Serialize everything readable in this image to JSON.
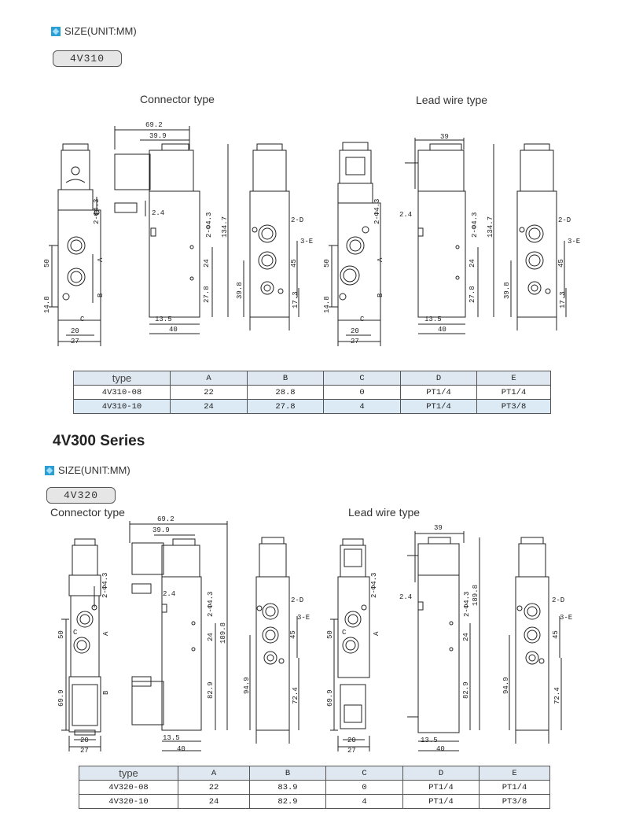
{
  "section1": {
    "size_label": "SIZE(UNIT:MM)",
    "model": "4V310",
    "connector_caption": "Connector type",
    "leadwire_caption": "Lead wire type",
    "dims": {
      "d69_2": "69.2",
      "d39_9": "39.9",
      "d134_7": "134.7",
      "d2phi": "2-Φ4.3",
      "d2_4": "2.4",
      "d24": "24",
      "d27_8": "27.8",
      "d13_5": "13.5",
      "d40": "40",
      "d50": "50",
      "d14_8": "14.8",
      "dA": "A",
      "dB": "B",
      "dC": "C",
      "d20": "20",
      "d27": "27",
      "d2D": "2-D",
      "d3E": "3-E",
      "d45": "45",
      "d39_8": "39.8",
      "d17_3": "17.3",
      "d39": "39"
    },
    "table": {
      "headers": [
        "type",
        "A",
        "B",
        "C",
        "D",
        "E"
      ],
      "rows": [
        [
          "4V310-08",
          "22",
          "28.8",
          "0",
          "PT1/4",
          "PT1/4"
        ],
        [
          "4V310-10",
          "24",
          "27.8",
          "4",
          "PT1/4",
          "PT3/8"
        ]
      ]
    }
  },
  "series_title": "4V300 Series",
  "section2": {
    "size_label": "SIZE(UNIT:MM)",
    "model": "4V320",
    "connector_caption": "Connector type",
    "leadwire_caption": "Lead wire type",
    "dims": {
      "d69_2": "69.2",
      "d39_9": "39.9",
      "d2phi": "2-Φ4.3",
      "d2_4": "2.4",
      "d189_8": "189.8",
      "d24": "24",
      "d82_9": "82.9",
      "d13_5": "13.5",
      "d40": "40",
      "d50": "50",
      "d69_9": "69.9",
      "dA": "A",
      "dB": "B",
      "dC": "C",
      "d20": "20",
      "d27": "27",
      "d2D": "2-D",
      "d3E": "3-E",
      "d45": "45",
      "d94_9": "94.9",
      "d72_4": "72.4",
      "d39": "39"
    },
    "table": {
      "headers": [
        "type",
        "A",
        "B",
        "C",
        "D",
        "E"
      ],
      "rows": [
        [
          "4V320-08",
          "22",
          "83.9",
          "0",
          "PT1/4",
          "PT1/4"
        ],
        [
          "4V320-10",
          "24",
          "82.9",
          "4",
          "PT1/4",
          "PT3/8"
        ]
      ]
    }
  }
}
